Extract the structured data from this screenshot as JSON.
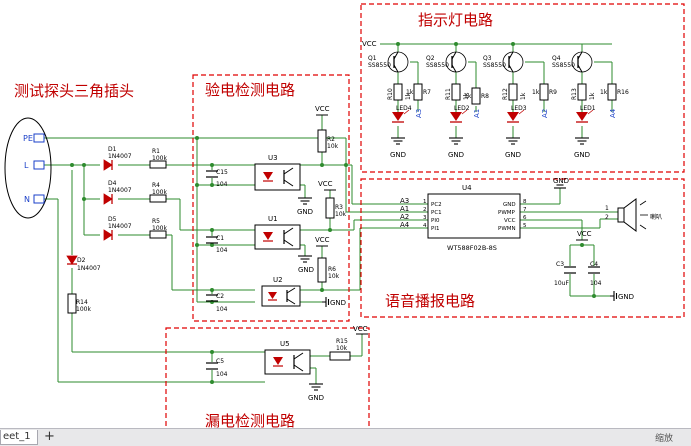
{
  "sections": {
    "probe_title": "测试探头三角插头",
    "test_title": "验电检测电路",
    "indicator_title": "指示灯电路",
    "voice_title": "语音播报电路",
    "leak_title": "漏电检测电路"
  },
  "plug": {
    "pins": [
      "PE",
      "L",
      "N"
    ]
  },
  "power": {
    "vcc": "VCC",
    "gnd": "GND"
  },
  "diodes": [
    {
      "ref": "D1",
      "part": "1N4007"
    },
    {
      "ref": "D4",
      "part": "1N4007"
    },
    {
      "ref": "D5",
      "part": "1N4007"
    },
    {
      "ref": "D2",
      "part": "1N4007"
    }
  ],
  "resistors": {
    "r1": {
      "ref": "R1",
      "value": "100k"
    },
    "r4": {
      "ref": "R4",
      "value": "100k"
    },
    "r5": {
      "ref": "R5",
      "value": "100k"
    },
    "r14": {
      "ref": "R14",
      "value": "100k"
    },
    "r2": {
      "ref": "R2",
      "value": "10k"
    },
    "r3": {
      "ref": "R3",
      "value": "10k"
    },
    "r6": {
      "ref": "R6",
      "value": "10k"
    },
    "r15": {
      "ref": "R15",
      "value": "10k"
    }
  },
  "caps": {
    "c15": {
      "ref": "C15",
      "value": "104"
    },
    "c1": {
      "ref": "C1",
      "value": "104"
    },
    "c2": {
      "ref": "C2",
      "value": "104"
    },
    "c5": {
      "ref": "C5",
      "value": "104"
    },
    "c3": {
      "ref": "C3",
      "value": "10uF"
    },
    "c4": {
      "ref": "C4",
      "value": "104"
    }
  },
  "optos": {
    "u3": "U3",
    "u1": "U1",
    "u2": "U2",
    "u5": "U5"
  },
  "indicators": [
    {
      "q": "Q1",
      "part": "SS8550",
      "rb": "R10",
      "rb_val": "1k",
      "rc": "R7",
      "rc_val": "1k",
      "led": "LED4",
      "net": "A3"
    },
    {
      "q": "Q2",
      "part": "SS8550",
      "rb": "R11",
      "rb_val": "1k",
      "rc": "R8",
      "rc_val": "1k",
      "led": "LED2",
      "net": "A1"
    },
    {
      "q": "Q3",
      "part": "SS8550",
      "rb": "R12",
      "rb_val": "1k",
      "rc": "R9",
      "rc_val": "1k",
      "led": "LED3",
      "net": "A2"
    },
    {
      "q": "Q4",
      "part": "SS8550",
      "rb": "R13",
      "rb_val": "1k",
      "rc": "R16",
      "rc_val": "1k",
      "led": "LED1",
      "net": "A4"
    }
  ],
  "voice_chip": {
    "ref": "U4",
    "part": "WT588F02B-8S",
    "nets_left": [
      "A3",
      "A1",
      "A2",
      "A4"
    ],
    "left_pins": [
      {
        "num": "1",
        "name": "PC2"
      },
      {
        "num": "2",
        "name": "PC1"
      },
      {
        "num": "3",
        "name": "PI0"
      },
      {
        "num": "4",
        "name": "PI1"
      }
    ],
    "right_pins": [
      {
        "num": "8",
        "name": "GND"
      },
      {
        "num": "7",
        "name": "PWMP"
      },
      {
        "num": "6",
        "name": "VCC"
      },
      {
        "num": "5",
        "name": "PWMN"
      }
    ]
  },
  "speaker": {
    "label": "喇叭",
    "pin1": "1",
    "pin2": "2"
  },
  "tab": {
    "name": "eet_1",
    "add": "+"
  },
  "status": "缩放"
}
